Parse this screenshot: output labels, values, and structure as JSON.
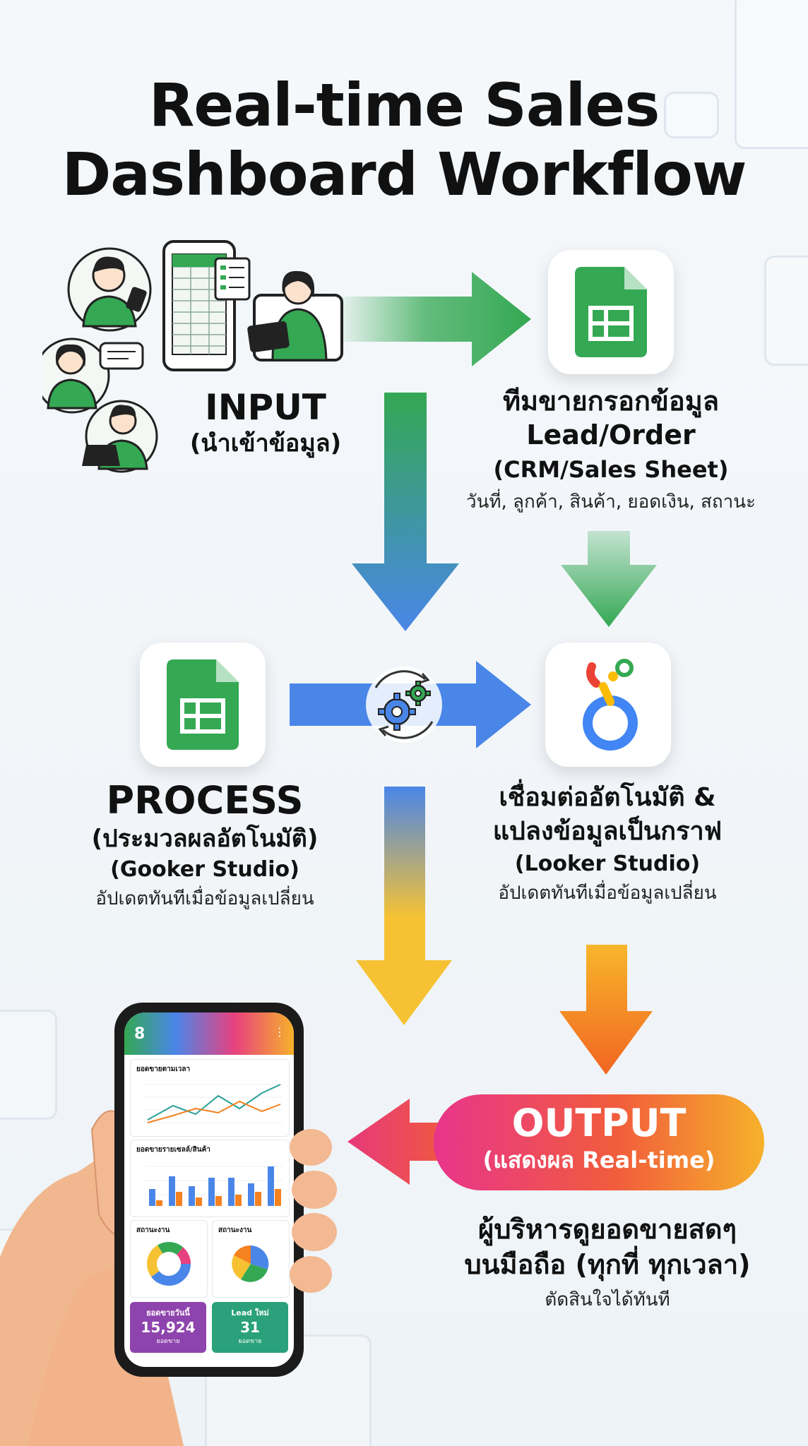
{
  "title": {
    "line1": "Real-time Sales",
    "line2": "Dashboard Workflow"
  },
  "input": {
    "label": "INPUT",
    "sub": "(นำเข้าข้อมูล)"
  },
  "sales_step": {
    "line1": "ทีมขายกรอกข้อมูล",
    "line2": "Lead/Order",
    "tool": "(CRM/Sales Sheet)",
    "fields": "วันที่, ลูกค้า, สินค้า, ยอดเงิน, สถานะ"
  },
  "process": {
    "label": "PROCESS",
    "sub": "(ประมวลผลอัตโนมัติ)",
    "tool": "(Gooker Studio)",
    "note": "อัปเดตทันทีเมื่อข้อมูลเปลี่ยน"
  },
  "connect": {
    "line1": "เชื่อมต่ออัตโนมัติ &",
    "line2": "แปลงข้อมูลเป็นกราฟ",
    "tool": "(Looker Studio)",
    "note": "อัปเดตทันทีเมื่อข้อมูลเปลี่ยน"
  },
  "output": {
    "label": "OUTPUT",
    "sub": "(แสดงผล Real-time)",
    "line1": "ผู้บริหารดูยอดขายสดๆ",
    "line2": "บนมือถือ (ทุกที่ ทุกเวลา)",
    "note": "ตัดสินใจได้ทันที"
  },
  "phone": {
    "card1_title": "ยอดขายตามเวลา",
    "card2_title": "ยอดขายรายเซลล์/สินค้า",
    "card3_title": "สถานะงาน",
    "card4_title": "สถานะงาน",
    "kpi1_label": "ยอดขายวันนี้",
    "kpi1_value": "15,924",
    "kpi1_unit": "ยอดขาย",
    "kpi2_label": "Lead ใหม่",
    "kpi2_value": "31",
    "kpi2_unit": "ยอดขาย"
  },
  "colors": {
    "green": "#34a853",
    "blue": "#4a86e8",
    "yellow": "#f6c234",
    "orange": "#f5811f",
    "pink": "#e8417f",
    "sheet_green": "#1e8e3e"
  }
}
